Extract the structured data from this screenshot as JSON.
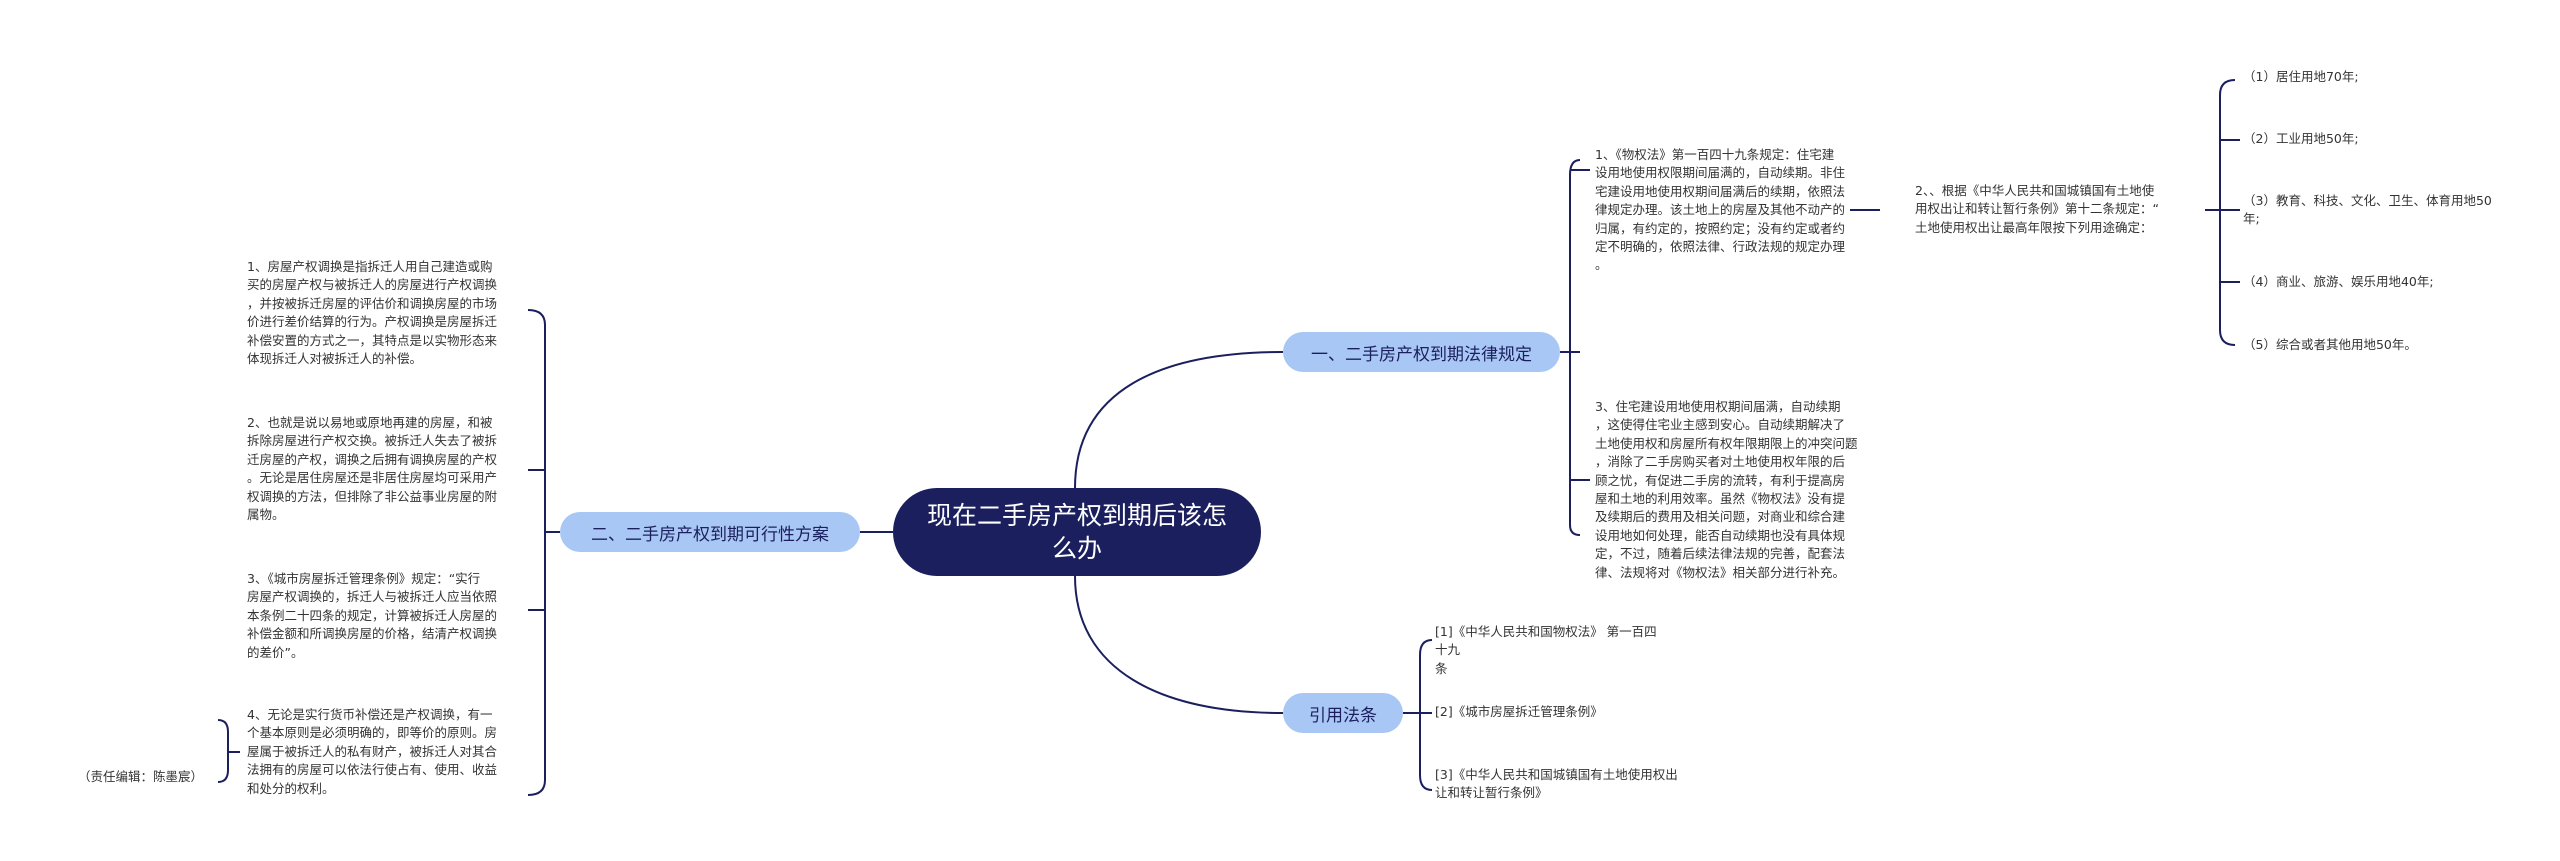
{
  "central": {
    "title": "现在二手房产权到期后该怎么办"
  },
  "branches": {
    "law": {
      "label": "一、二手房产权到期法律规定"
    },
    "feasibility": {
      "label": "二、二手房产权到期可行性方案"
    },
    "refs": {
      "label": "引用法条"
    }
  },
  "law": {
    "item1": "1、《物权法》第一百四十九条规定：住宅建\n设用地使用权限期间届满的，自动续期。非住\n宅建设用地使用权期间届满后的续期，依照法\n律规定办理。该土地上的房屋及其他不动产的\n归属，有约定的，按照约定；没有约定或者约\n定不明确的，依照法律、行政法规的规定办理\n。",
    "item2": "2、、根据《中华人民共和国城镇国有土地使\n用权出让和转让暂行条例》第十二条规定：“\n土地使用权出让最高年限按下列用途确定：",
    "sub": [
      "（1）居住用地70年;",
      "（2）工业用地50年;",
      "（3）教育、科技、文化、卫生、体育用地50\n年;",
      "（4）商业、旅游、娱乐用地40年;",
      "（5）综合或者其他用地50年。"
    ],
    "item3": "3、住宅建设用地使用权期间届满，自动续期\n，这使得住宅业主感到安心。自动续期解决了\n土地使用权和房屋所有权年限期限上的冲突问题\n，消除了二手房购买者对土地使用权年限的后\n顾之忧，有促进二手房的流转，有利于提高房\n屋和土地的利用效率。虽然《物权法》没有提\n及续期后的费用及相关问题，对商业和综合建\n设用地如何处理，能否自动续期也没有具体规\n定，不过，随着后续法律法规的完善，配套法\n律、法规将对《物权法》相关部分进行补充。"
  },
  "feasibility": {
    "items": [
      "1、房屋产权调换是指拆迁人用自己建造或购\n买的房屋产权与被拆迁人的房屋进行产权调换\n，并按被拆迁房屋的评估价和调换房屋的市场\n价进行差价结算的行为。产权调换是房屋拆迁\n补偿安置的方式之一，其特点是以实物形态来\n体现拆迁人对被拆迁人的补偿。",
      "2、也就是说以易地或原地再建的房屋，和被\n拆除房屋进行产权交换。被拆迁人失去了被拆\n迁房屋的产权，调换之后拥有调换房屋的产权\n。无论是居住房屋还是非居住房屋均可采用产\n权调换的方法，但排除了非公益事业房屋的附\n属物。",
      "3、《城市房屋拆迁管理条例》规定：“实行\n房屋产权调换的，拆迁人与被拆迁人应当依照\n本条例二十四条的规定，计算被拆迁人房屋的\n补偿金额和所调换房屋的价格，结清产权调换\n的差价”。",
      "4、无论是实行货币补偿还是产权调换，有一\n个基本原则是必须明确的，即等价的原则。房\n屋属于被拆迁人的私有财产，被拆迁人对其合\n法拥有的房屋可以依法行使占有、使用、收益\n和处分的权利。"
    ],
    "editor": "（责任编辑：陈墨宸）"
  },
  "refs": {
    "items": [
      "[1]《中华人民共和国物权法》 第一百四十九\n条",
      "[2]《城市房屋拆迁管理条例》",
      "[3]《中华人民共和国城镇国有土地使用权出\n让和转让暂行条例》"
    ]
  },
  "colors": {
    "central_bg": "#1b1f5e",
    "branch_bg": "#a9c7f5",
    "line": "#1b1f5e"
  }
}
